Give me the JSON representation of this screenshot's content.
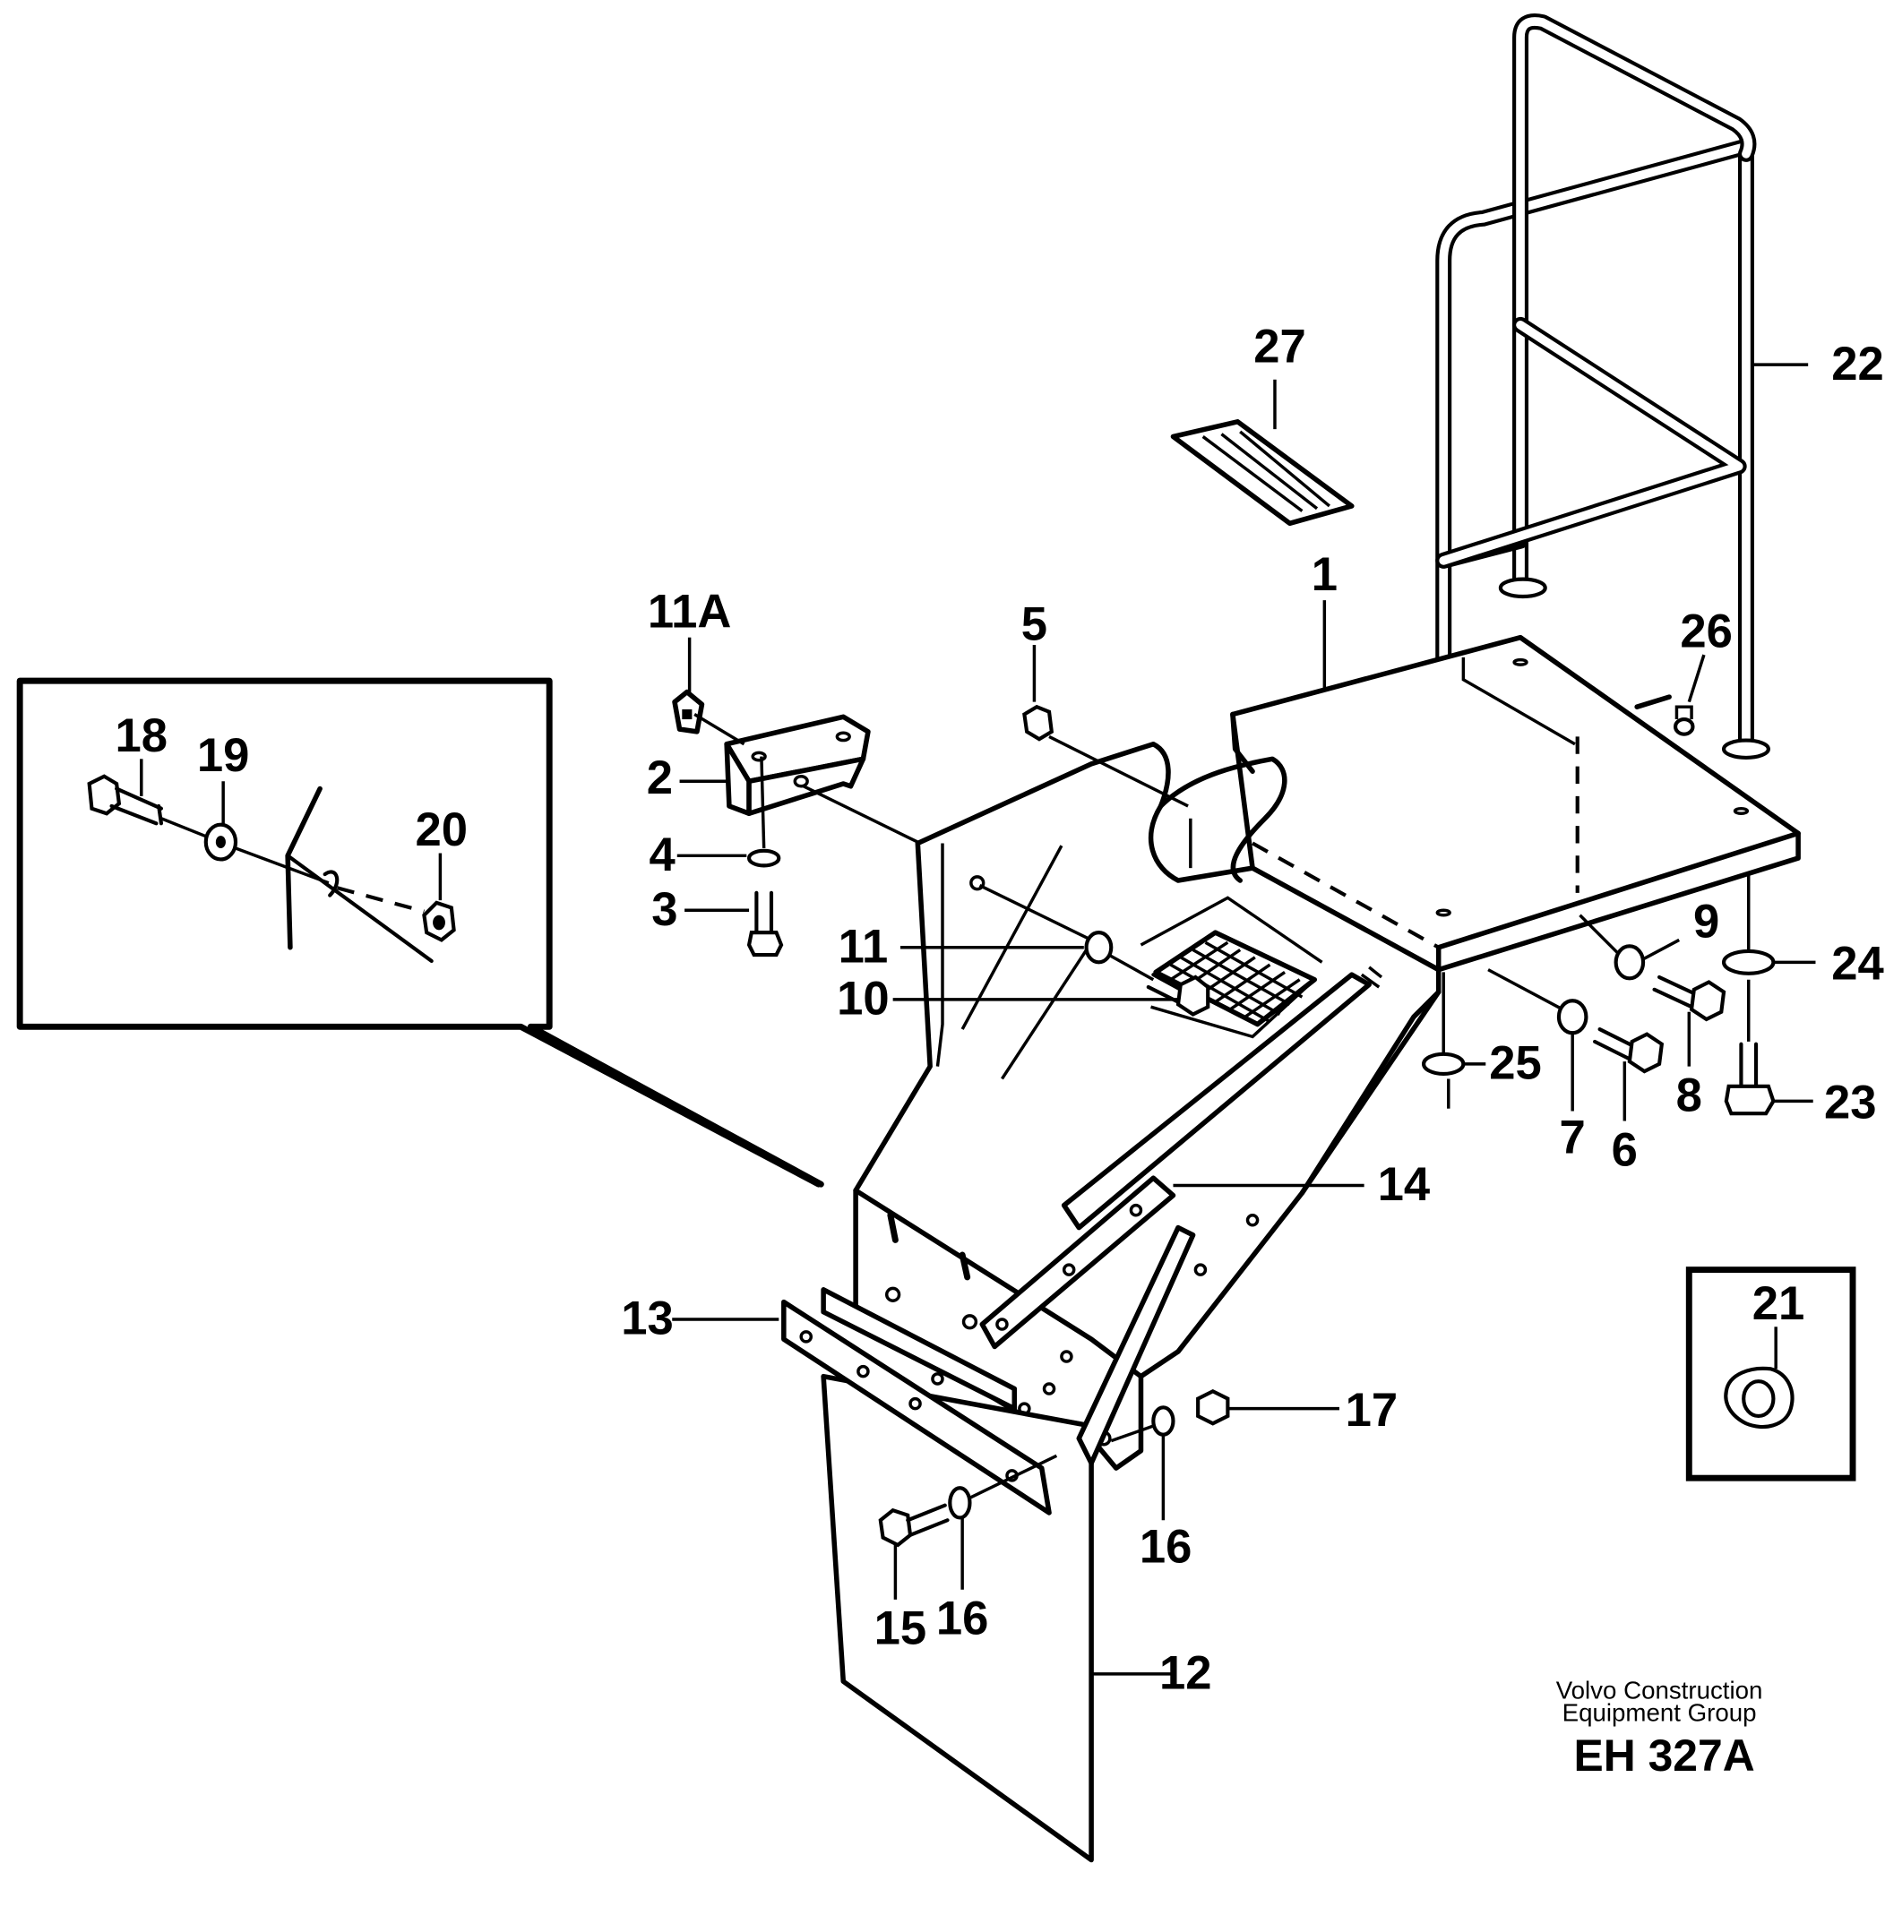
{
  "callouts": {
    "c1": "1",
    "c2": "2",
    "c3": "3",
    "c4": "4",
    "c5": "5",
    "c6": "6",
    "c7": "7",
    "c8": "8",
    "c9": "9",
    "c10": "10",
    "c11": "11",
    "c11a": "11A",
    "c12": "12",
    "c13": "13",
    "c14": "14",
    "c15": "15",
    "c16a": "16",
    "c16b": "16",
    "c17": "17",
    "c18": "18",
    "c19": "19",
    "c20": "20",
    "c21": "21",
    "c22": "22",
    "c23": "23",
    "c24": "24",
    "c25": "25",
    "c26": "26",
    "c27": "27"
  },
  "footer": {
    "company_line1": "Volvo Construction",
    "company_line2": "Equipment Group",
    "drawing_code": "EH 327A"
  }
}
